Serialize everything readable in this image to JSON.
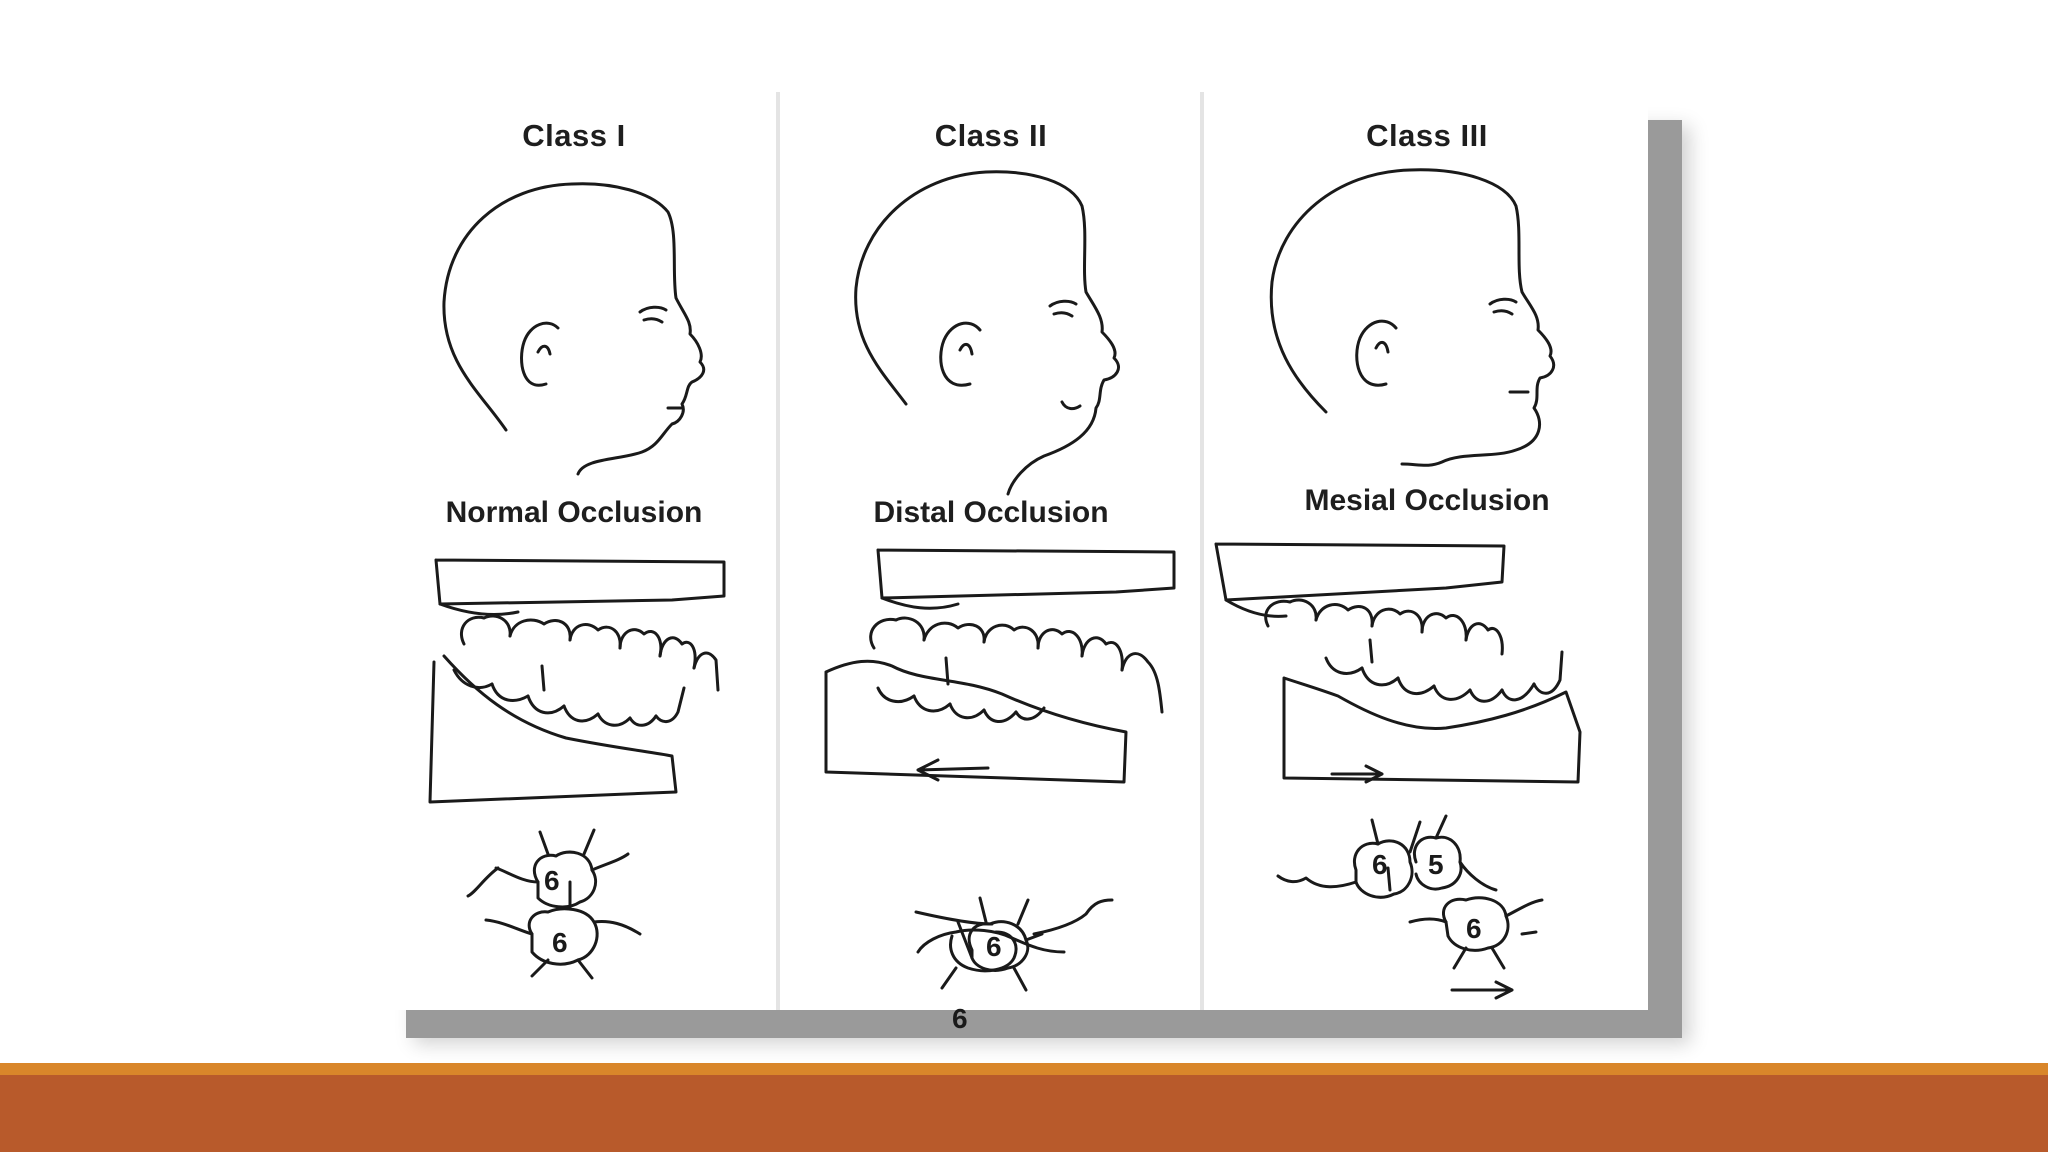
{
  "panels": [
    {
      "title": "Class I",
      "occlusion": "Normal Occlusion",
      "tooth_upper": "6",
      "tooth_lower": "6"
    },
    {
      "title": "Class II",
      "occlusion": "Distal Occlusion",
      "tooth_upper": "6",
      "tooth_lower": "6"
    },
    {
      "title": "Class III",
      "occlusion": "Mesial Occlusion",
      "tooth_upper": "6",
      "tooth_upper_2": "5",
      "tooth_lower": "6"
    }
  ],
  "colors": {
    "accent_line": "#d9862a",
    "footer_band": "#b85a2b",
    "shadow": "#9a9a9a"
  }
}
